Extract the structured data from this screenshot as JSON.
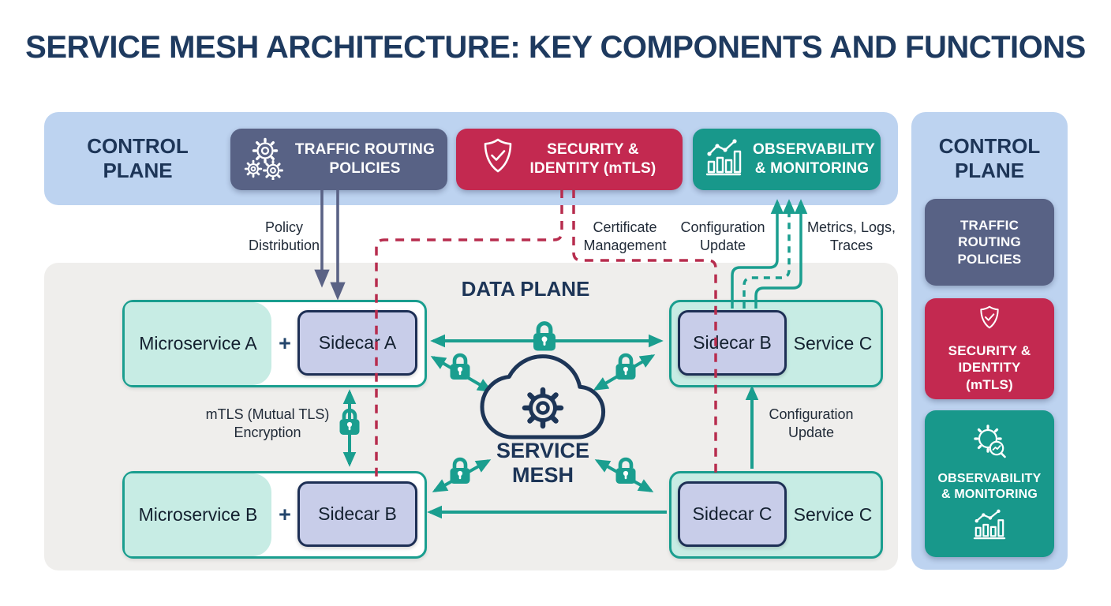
{
  "title": "SERVICE MESH ARCHITECTURE: KEY COMPONENTS AND FUNCTIONS",
  "control_plane_top": {
    "label": "CONTROL PLANE",
    "boxes": [
      {
        "label": "TRAFFIC ROUTING POLICIES",
        "color": "#586285",
        "icon": "gears-icon"
      },
      {
        "label": "SECURITY & IDENTITY (mTLS)",
        "color": "#c32950",
        "icon": "shield-check-icon"
      },
      {
        "label": "OBSERVABILITY & MONITORING",
        "color": "#18988b",
        "icon": "metrics-chart-icon"
      }
    ]
  },
  "control_plane_right": {
    "label": "CONTROL PLANE",
    "boxes": [
      {
        "label": "TRAFFIC ROUTING POLICIES",
        "color": "#586285"
      },
      {
        "label": "SECURITY & IDENTITY (mTLS)",
        "color": "#c32950",
        "icon": "shield-check-icon"
      },
      {
        "label": "OBSERVABILITY & MONITORING",
        "color": "#18988b",
        "icons": [
          "gear-magnifier-icon",
          "bar-chart-icon"
        ]
      }
    ]
  },
  "data_plane": {
    "label": "DATA PLANE",
    "service_mesh_label": "SERVICE MESH",
    "microservice_a": {
      "service": "Microservice A",
      "plus": "+",
      "sidecar": "Sidecar A"
    },
    "microservice_b": {
      "service": "Microservice B",
      "plus": "+",
      "sidecar": "Sidecar B"
    },
    "service_c_top": {
      "sidecar": "Sidecar B",
      "service": "Service C"
    },
    "service_c_bottom": {
      "sidecar": "Sidecar C",
      "service": "Service C"
    }
  },
  "annotations": {
    "policy_distribution": "Policy Distribution",
    "certificate_management": "Certificate Management",
    "configuration_update_top": "Configuration Update",
    "metrics_logs_traces": "Metrics, Logs, Traces",
    "mtls_encryption": "mTLS (Mutual TLS) Encryption",
    "configuration_update_side": "Configuration Update"
  },
  "colors": {
    "band_blue": "#bdd3f0",
    "slate": "#586285",
    "crimson": "#c32950",
    "teal": "#18988b",
    "navy": "#1d3557",
    "mint": "#c7ece4",
    "lavender": "#c8cde9",
    "data_plane_bg": "#efeeec",
    "red_dashed_line": "#b72d4e",
    "teal_line": "#1a9e8f",
    "slate_arrow": "#5a6285"
  }
}
